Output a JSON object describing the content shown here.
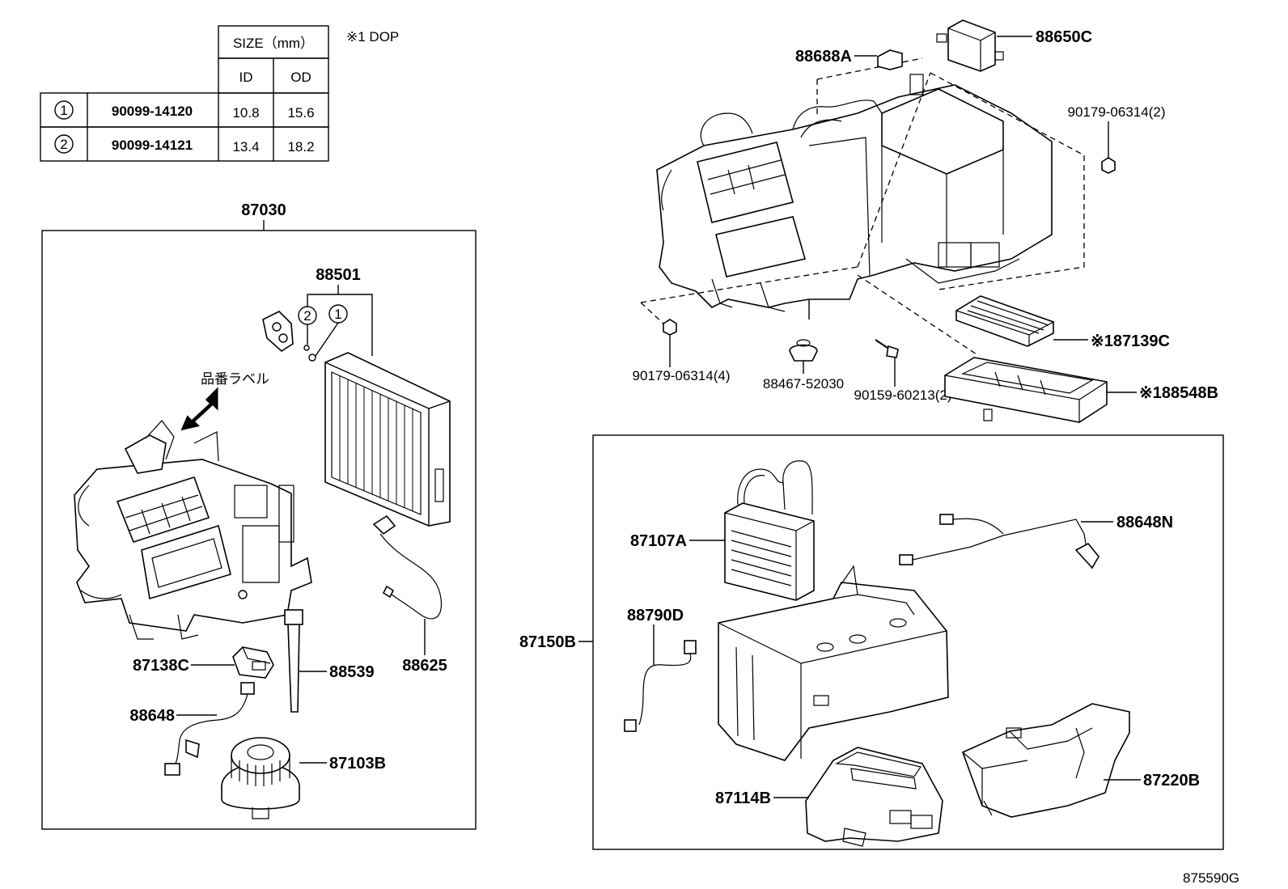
{
  "size_table": {
    "size_header": "SIZE（mm）",
    "id_header": "ID",
    "od_header": "OD",
    "rows": [
      {
        "mark": "1",
        "part": "90099-14120",
        "id": "10.8",
        "od": "15.6"
      },
      {
        "mark": "2",
        "part": "90099-14121",
        "id": "13.4",
        "od": "18.2"
      }
    ]
  },
  "note": "※1 DOP",
  "label_jp": "品番ラベル",
  "marks": {
    "one": "1",
    "two": "2"
  },
  "left_group": {
    "assembly": "87030",
    "parts": {
      "p88501": "88501",
      "p87138C": "87138C",
      "p88539": "88539",
      "p88625": "88625",
      "p88648": "88648",
      "p87103B": "87103B"
    }
  },
  "top_right": {
    "p88688A": "88688A",
    "p88650C": "88650C",
    "p90179_2": "90179-06314(2)",
    "p90179_4": "90179-06314(4)",
    "p88467": "88467-52030",
    "p90159": "90159-60213(2)",
    "p87139C": "※187139C",
    "p88548B": "※188548B"
  },
  "bottom_right": {
    "assembly": "87150B",
    "parts": {
      "p87107A": "87107A",
      "p88648N": "88648N",
      "p88790D": "88790D",
      "p87114B": "87114B",
      "p87220B": "87220B"
    }
  },
  "figure_code": "875590G"
}
